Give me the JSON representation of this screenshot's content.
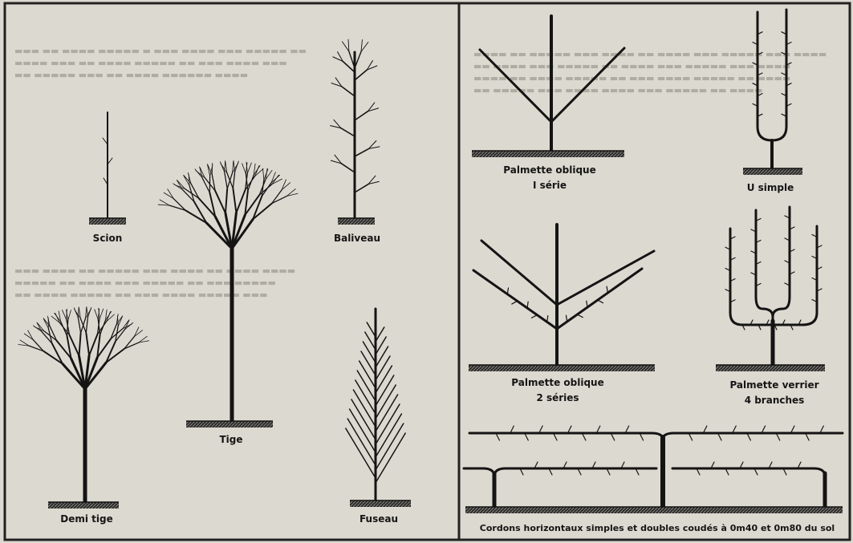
{
  "figures": [
    {
      "id": "scion",
      "label": "Scion"
    },
    {
      "id": "tige",
      "label": "Tige"
    },
    {
      "id": "baliveau",
      "label": "Baliveau"
    },
    {
      "id": "demi-tige",
      "label": "Demi tige"
    },
    {
      "id": "fuseau",
      "label": "Fuseau"
    },
    {
      "id": "palmette-oblique-1",
      "label": "Palmette oblique",
      "sublabel": "I série"
    },
    {
      "id": "u-simple",
      "label": "U simple"
    },
    {
      "id": "palmette-oblique-2",
      "label": "Palmette oblique",
      "sublabel": "2 séries"
    },
    {
      "id": "palmette-verrier",
      "label": "Palmette verrier",
      "sublabel": "4 branches"
    },
    {
      "id": "cordons",
      "label": "Cordons horizontaux simples et doubles coudés à 0m40 et 0m80 du sol"
    }
  ],
  "colors": {
    "ink": "#141414",
    "paper": "#dcd9d0",
    "bleed": "#a09d95"
  }
}
